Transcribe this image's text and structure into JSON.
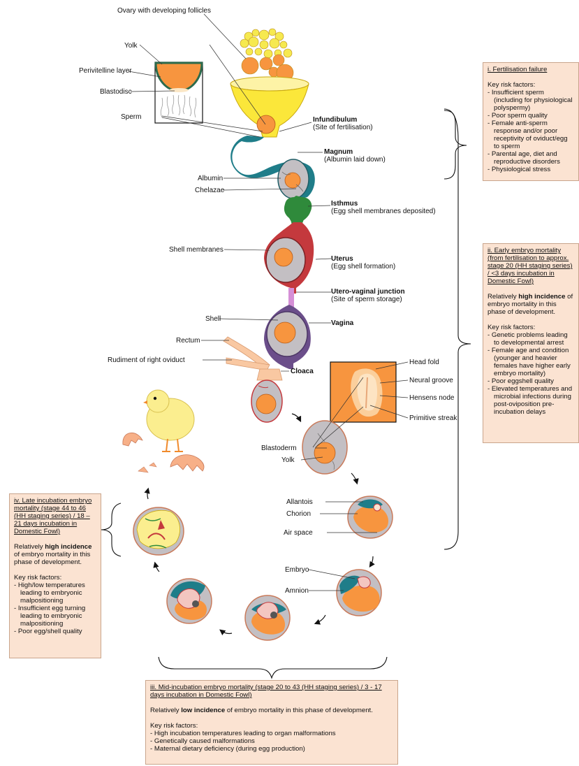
{
  "colors": {
    "yolk": "#f7953f",
    "infundibulum": "#fbe73a",
    "magnum": "#1f7d89",
    "isthmus": "#2f8a3b",
    "uterus": "#c4393d",
    "vagina": "#6b4e8a",
    "shell": "#c3bfc3",
    "box_fill": "#fbe3d2",
    "chick": "#fbee8f"
  },
  "labels": {
    "ovary": "Ovary with developing follicles",
    "yolk": "Yolk",
    "perivitelline": "Perivitelline layer",
    "blastodisc": "Blastodisc",
    "sperm": "Sperm",
    "infundibulum_name": "Infundibulum",
    "infundibulum_desc": "(Site of fertilisation)",
    "magnum_name": "Magnum",
    "magnum_desc": "(Albumin laid down)",
    "albumin": "Albumin",
    "chelazae": "Chelazae",
    "isthmus_name": "Isthmus",
    "isthmus_desc": "(Egg shell membranes deposited)",
    "shell_membranes": "Shell membranes",
    "uterus_name": "Uterus",
    "uterus_desc": "(Egg shell formation)",
    "uv_name": "Utero-vaginal junction",
    "uv_desc": "(Site of sperm storage)",
    "shell": "Shell",
    "vagina_name": "Vagina",
    "rectum": "Rectum",
    "rudiment": "Rudiment of right oviduct",
    "cloaca": "Cloaca",
    "head_fold": "Head fold",
    "neural_groove": "Neural groove",
    "hensens_node": "Hensens node",
    "primitive_streak": "Primitive streak",
    "blastoderm": "Blastoderm",
    "yolk2": "Yolk",
    "allantois": "Allantois",
    "chorion": "Chorion",
    "air_space": "Air space",
    "embryo": "Embryo",
    "amnion": "Amnion"
  },
  "boxes": {
    "i": {
      "title": "i. Fertilisation failure",
      "factors_label": "Key risk factors:",
      "items": [
        "Insufficient sperm (including for physiological polyspermy)",
        "Poor sperm quality",
        "Female anti-sperm response and/or poor receptivity of oviduct/egg to sperm",
        "Parental age, diet and reproductive disorders",
        "Physiological stress"
      ]
    },
    "ii": {
      "title": "ii. Early embryo mortality (from fertilisation to approx. stage 20 (HH staging series) / <3 days incubation in Domestic Fowl)",
      "inc_pre": "Relatively ",
      "inc_bold": "high incidence",
      "inc_post": " of embryo mortality in this phase of development.",
      "factors_label": "Key risk factors:",
      "items": [
        "Genetic problems leading to developmental arrest",
        "Female age and condition (younger and heavier females have higher early embryo mortality)",
        "Poor eggshell quality",
        "Elevated temperatures and microbial infections during post-oviposition pre-incubation delays"
      ]
    },
    "iii": {
      "title": "iii. Mid-incubation embryo mortality (stage 20 to 43 (HH staging series) / 3 - 17 days incubation in Domestic Fowl)",
      "inc_pre": "Relatively ",
      "inc_bold": "low incidence",
      "inc_post": " of embryo mortality in this phase of development.",
      "factors_label": "Key risk factors:",
      "items": [
        "High incubation temperatures leading to organ malformations",
        "Genetically caused malformations",
        "Maternal dietary deficiency (during egg production)"
      ]
    },
    "iv": {
      "title": "iv. Late incubation embryo mortality (stage 44 to 46 (HH staging series) / 18 – 21 days incubation in Domestic Fowl)",
      "inc_pre": "Relatively ",
      "inc_bold": "high incidence",
      "inc_post": " of embryo mortality in this phase of development.",
      "factors_label": "Key risk factors:",
      "items": [
        "High/low temperatures leading to embryonic malpositioning",
        "Insufficient egg turning leading to embryonic malpositioning",
        "Poor egg/shell quality"
      ]
    }
  }
}
